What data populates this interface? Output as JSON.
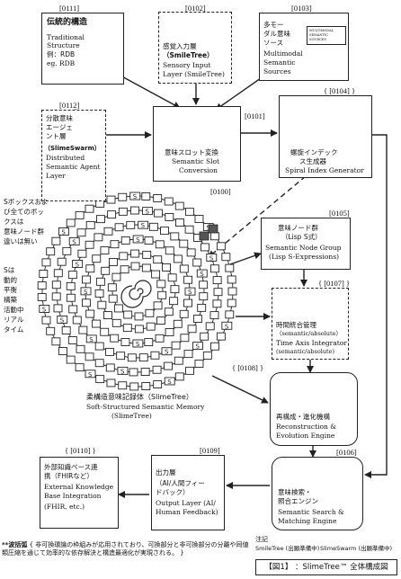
{
  "figure": {
    "caption": "【図1】 ：SlimeTree™ 全体構成図"
  },
  "nodes": {
    "traditional": {
      "ref": "[0111]",
      "title": "伝統的構造",
      "lines": [
        "Traditional",
        "Structure",
        "例：RDB",
        "eg. RDB"
      ]
    },
    "sensory": {
      "ref": "[0102]",
      "lines": [
        "感覚入力層",
        "（SmileTree）",
        "Sensory Input",
        "Layer (SmileTree)"
      ]
    },
    "multimodal": {
      "ref": "[0103]",
      "lines": [
        "多モー",
        "ダル意味",
        "ソース",
        "Multimodal",
        "Semantic",
        "Sources"
      ],
      "badge": "MULTIMODAL SEMANTIC SOURCES"
    },
    "swarm": {
      "ref": "[0112]",
      "lines": [
        "分散意味",
        "エージェ",
        "ント層",
        "（SlimeSwarm）",
        "Distributed",
        "Semantic Agent",
        "Layer"
      ]
    },
    "slot": {
      "ref": "[0101]",
      "lines": [
        "意味スロット変換",
        "Semantic Slot",
        "Conversion"
      ]
    },
    "spiral_index": {
      "ref": "{ [0104] }",
      "lines": [
        "螺旋インデック",
        "ス生成器",
        "Spiral Index Generator"
      ]
    },
    "memory": {
      "ref": "[0100]",
      "note_left": [
        "Sボックスおよ",
        "び全てのボッ",
        "クスは",
        "意味ノード群",
        "違いは無い"
      ],
      "note_s": [
        "Sは",
        "動的",
        "平衡",
        "構築",
        "活動中",
        "リアル",
        "タイム"
      ],
      "lines": [
        "柔構造意味記録体（SlimeTree）",
        "Soft-Structured Semantic Memory",
        "(SlimeTree)"
      ],
      "s_label": "S"
    },
    "node_group": {
      "ref": "[0105]",
      "lines": [
        "意味ノード群",
        "（Lisp S式）",
        "Semantic Node Group",
        "(Lisp S-Expressions)"
      ]
    },
    "time_axis": {
      "ref": "{ [0107] }",
      "lines": [
        "時間統合管理",
        "（semantic/absolute）",
        "Time Axis Integrator",
        "(semantic/absolute)"
      ]
    },
    "evolution": {
      "ref": "{ [0108] }",
      "lines": [
        "再構成・進化機構",
        "Reconstruction &",
        "Evolution Engine"
      ]
    },
    "search": {
      "ref": "[0106]",
      "lines": [
        "意味検索・",
        "照合エンジン",
        "Semantic Search &",
        "Matching Engine"
      ]
    },
    "output": {
      "ref": "[0109]",
      "lines": [
        "出力層",
        "（AI/人間フィー",
        "ドバック）",
        "Output Layer (AI/",
        "Human Feedback)"
      ]
    },
    "external": {
      "ref": "{ [0110] }",
      "lines": [
        "外部知識ベース連",
        "携（FHIRなど）",
        "External Knowledge",
        "Base Integration",
        "(FHIR, etc.)"
      ]
    }
  },
  "footnote": {
    "label": "**波括弧",
    "text": "{ 非可換環論の枠組みが応用されており、可換部分と非可換部分の分離や同値類圧縮を通じて効率的な依存解決と構造最適化が実現される。 }"
  },
  "legend": {
    "title": "注記",
    "smiletree": "SmileTree (出願準備中)",
    "slimeswarm": "SlimeSwarm (出願準備中)"
  },
  "colors": {
    "line": "#222222",
    "fill_dark": "#111111",
    "hatch": "#555555"
  }
}
